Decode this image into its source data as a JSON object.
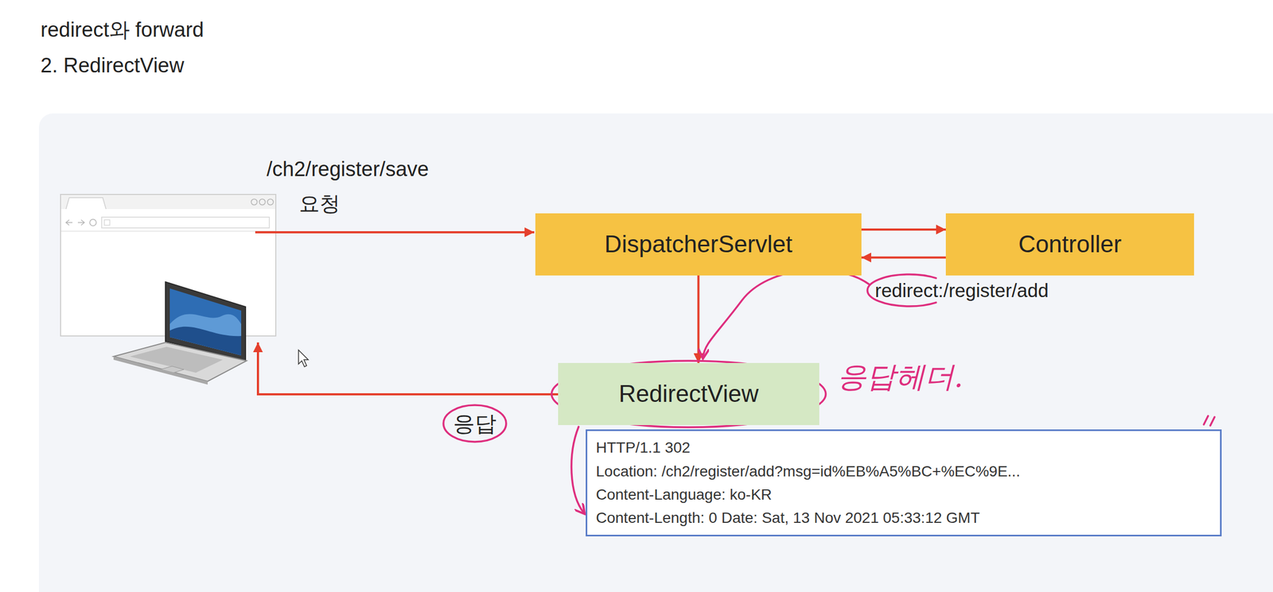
{
  "diagram": {
    "title": "redirect와 forward",
    "nodes": [
      {
        "text": [
          "DispatcherServlet"
        ]
      },
      {
        "text": [
          "Controller"
        ]
      },
      {
        "text": [
          "RedirectView"
        ]
      },
      {
        "text": [
          "HTTP/1.1 302",
          "Location: /ch2/register/add?msg=id%EB%A5%BC+%EC%9E...",
          "Content-Language: ko-KR",
          "Content-Length: 0 Date: Sat, 13 Nov 2021 05:33:12 GMT"
        ]
      }
    ],
    "edges": [
      {
        "from": 0,
        "to": 1,
        "arrow": "to"
      },
      {
        "from": 1,
        "to": 0,
        "arrow": "to"
      },
      {
        "from": 0,
        "to": 2,
        "arrow": "to"
      }
    ],
    "labels": [
      "2. RedirectView",
      "/ch2/register/save",
      "요청",
      "redirect:/register/add",
      "응답",
      "응답헤더."
    ]
  }
}
